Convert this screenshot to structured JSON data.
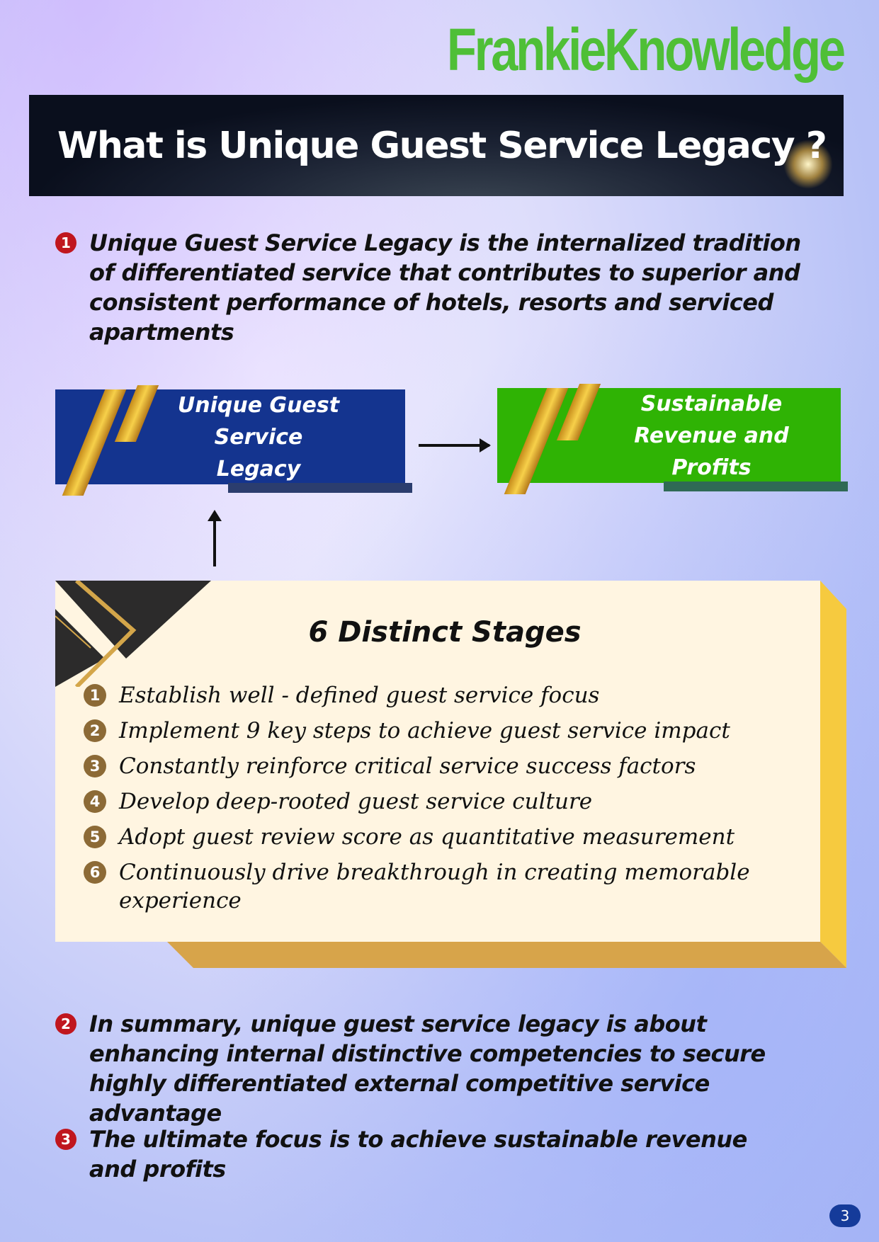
{
  "logo": "FrankieKnowledge",
  "title": "What is Unique Guest Service Legacy ?",
  "points": [
    {
      "num": "1",
      "text": "Unique Guest Service Legacy is the internalized tradition of differentiated service that contributes to superior and consistent performance of hotels, resorts and serviced apartments"
    },
    {
      "num": "2",
      "text": "In summary, unique guest service legacy is about enhancing internal distinctive competencies to secure highly differentiated external competitive service advantage"
    },
    {
      "num": "3",
      "text": "The ultimate focus is to achieve sustainable revenue and profits"
    }
  ],
  "diagram": {
    "left_box": "Unique Guest Service Legacy",
    "right_box": "Sustainable Revenue and Profits",
    "left_color": "#14348f",
    "right_color": "#2fb304"
  },
  "stages": {
    "title": "6 Distinct Stages",
    "items": [
      {
        "num": "1",
        "text": "Establish well - defined guest service focus"
      },
      {
        "num": "2",
        "text": "Implement 9 key steps to achieve guest service impact"
      },
      {
        "num": "3",
        "text": "Constantly reinforce critical service success factors"
      },
      {
        "num": "4",
        "text": "Develop deep-rooted guest service culture"
      },
      {
        "num": "5",
        "text": "Adopt guest review score as quantitative measurement"
      },
      {
        "num": "6",
        "text": "Continuously drive breakthrough in creating memorable experience"
      }
    ]
  },
  "page_number": "3"
}
